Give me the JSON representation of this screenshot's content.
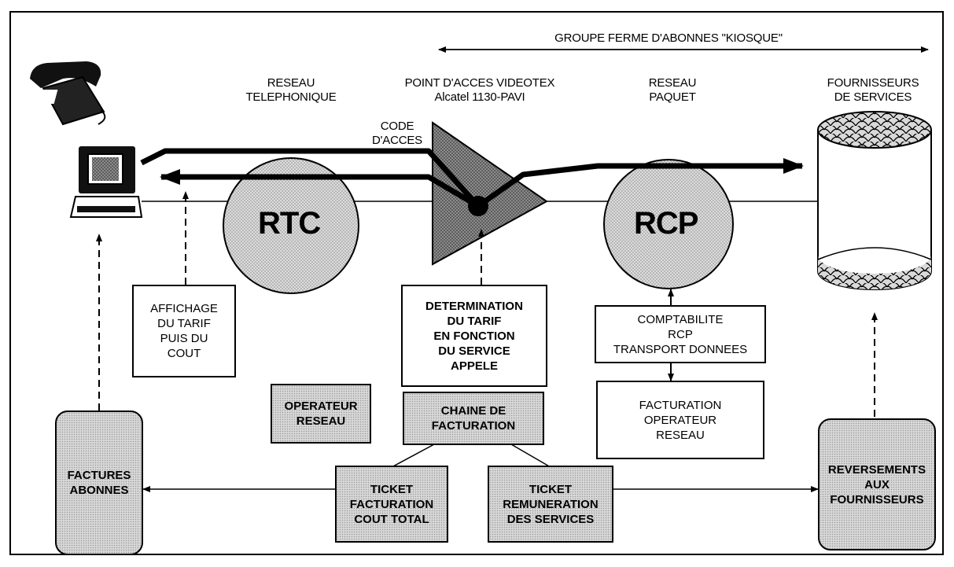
{
  "header": {
    "group_label": "GROUPE FERME D'ABONNES \"KIOSQUE\""
  },
  "columns": {
    "rtc_title": "RESEAU\nTELEPHONIQUE",
    "pavi_title": "POINT D'ACCES VIDEOTEX\nAlcatel 1130-PAVI",
    "rcp_title": "RESEAU\nPAQUET",
    "providers_title": "FOURNISSEURS\nDE SERVICES"
  },
  "nodes": {
    "rtc": "RTC",
    "rcp": "RCP",
    "access_code": "CODE\nD'ACCES"
  },
  "boxes": {
    "affichage": "AFFICHAGE\nDU TARIF\nPUIS DU\nCOUT",
    "determination": "DETERMINATION\nDU TARIF\nEN FONCTION\nDU SERVICE\nAPPELE",
    "operateur": "OPERATEUR\nRESEAU",
    "chaine": "CHAINE DE\nFACTURATION",
    "comptabilite": "COMPTABILITE\nRCP\nTRANSPORT DONNEES",
    "facturation_op": "FACTURATION\nOPERATEUR\nRESEAU",
    "factures": "FACTURES\nABONNES",
    "ticket_cout": "TICKET\nFACTURATION\nCOUT TOTAL",
    "ticket_remu": "TICKET\nREMUNERATION\nDES SERVICES",
    "reversements": "REVERSEMENTS\nAUX\nFOURNISSEURS"
  },
  "icons": [
    "telephone-icon",
    "minitel-terminal-icon",
    "server-cylinder-icon"
  ]
}
